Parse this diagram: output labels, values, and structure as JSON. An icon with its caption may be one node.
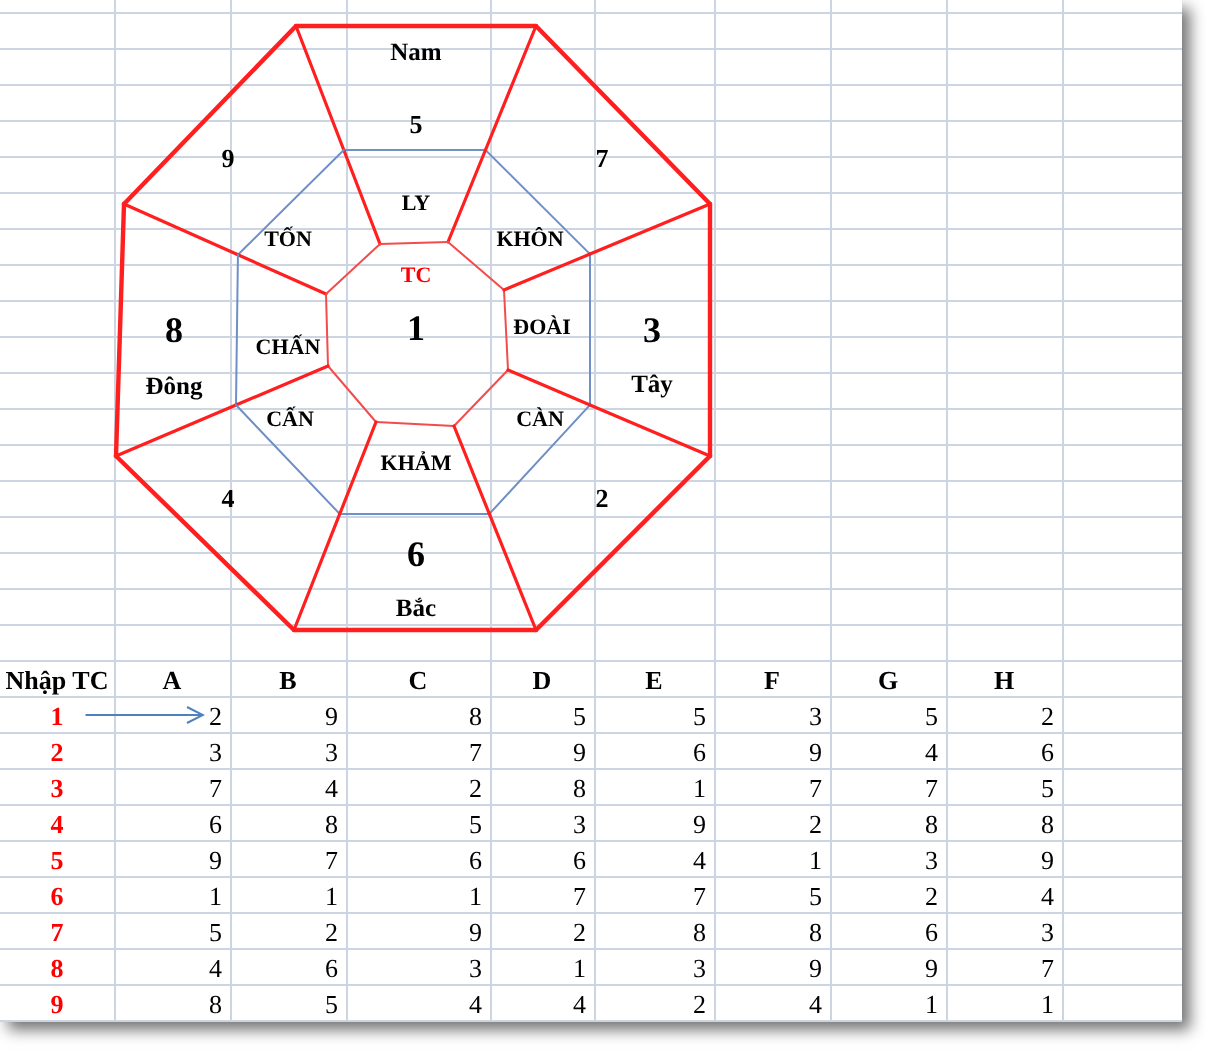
{
  "diagram": {
    "nodes": [
      {
        "text": [
          "Nam",
          "5"
        ]
      },
      {
        "text": [
          "9"
        ]
      },
      {
        "text": [
          "7"
        ]
      },
      {
        "text": [
          "LY"
        ]
      },
      {
        "text": [
          "TỐN"
        ]
      },
      {
        "text": [
          "KHÔN"
        ]
      },
      {
        "text": [
          "TC",
          "1"
        ]
      },
      {
        "text": [
          "8",
          "Đông"
        ]
      },
      {
        "text": [
          "CHẤN"
        ]
      },
      {
        "text": [
          "ĐOÀI"
        ]
      },
      {
        "text": [
          "3",
          "Tây"
        ]
      },
      {
        "text": [
          "CẤN"
        ]
      },
      {
        "text": [
          "CÀN"
        ]
      },
      {
        "text": [
          "KHẢM"
        ]
      },
      {
        "text": [
          "4"
        ]
      },
      {
        "text": [
          "2"
        ]
      },
      {
        "text": [
          "6",
          "Bắc"
        ]
      },
      {
        "text": [
          "1"
        ]
      },
      {
        "text": [
          "2"
        ]
      }
    ],
    "edges": [
      {
        "from": 17,
        "to": 18,
        "arrow": "to"
      }
    ],
    "labels": [
      "Nhập TC",
      "A",
      "B",
      "C",
      "D",
      "E",
      "F",
      "G",
      "H",
      "9",
      "8",
      "5",
      "5",
      "3",
      "5",
      "2",
      "2",
      "3",
      "3",
      "7",
      "9",
      "6",
      "9",
      "4",
      "6",
      "3",
      "7",
      "4",
      "2",
      "8",
      "1",
      "7",
      "7",
      "5",
      "4",
      "6",
      "8",
      "5",
      "3",
      "9",
      "2",
      "8",
      "8",
      "5",
      "9",
      "7",
      "6",
      "6",
      "4",
      "1",
      "3",
      "9",
      "6",
      "1",
      "1",
      "1",
      "7",
      "7",
      "5",
      "2",
      "4",
      "7",
      "5",
      "2",
      "9",
      "2",
      "8",
      "8",
      "6",
      "3",
      "8",
      "4",
      "6",
      "3",
      "1",
      "3",
      "9",
      "9",
      "7",
      "9",
      "8",
      "5",
      "4",
      "4",
      "2",
      "4",
      "1",
      "1"
    ]
  }
}
